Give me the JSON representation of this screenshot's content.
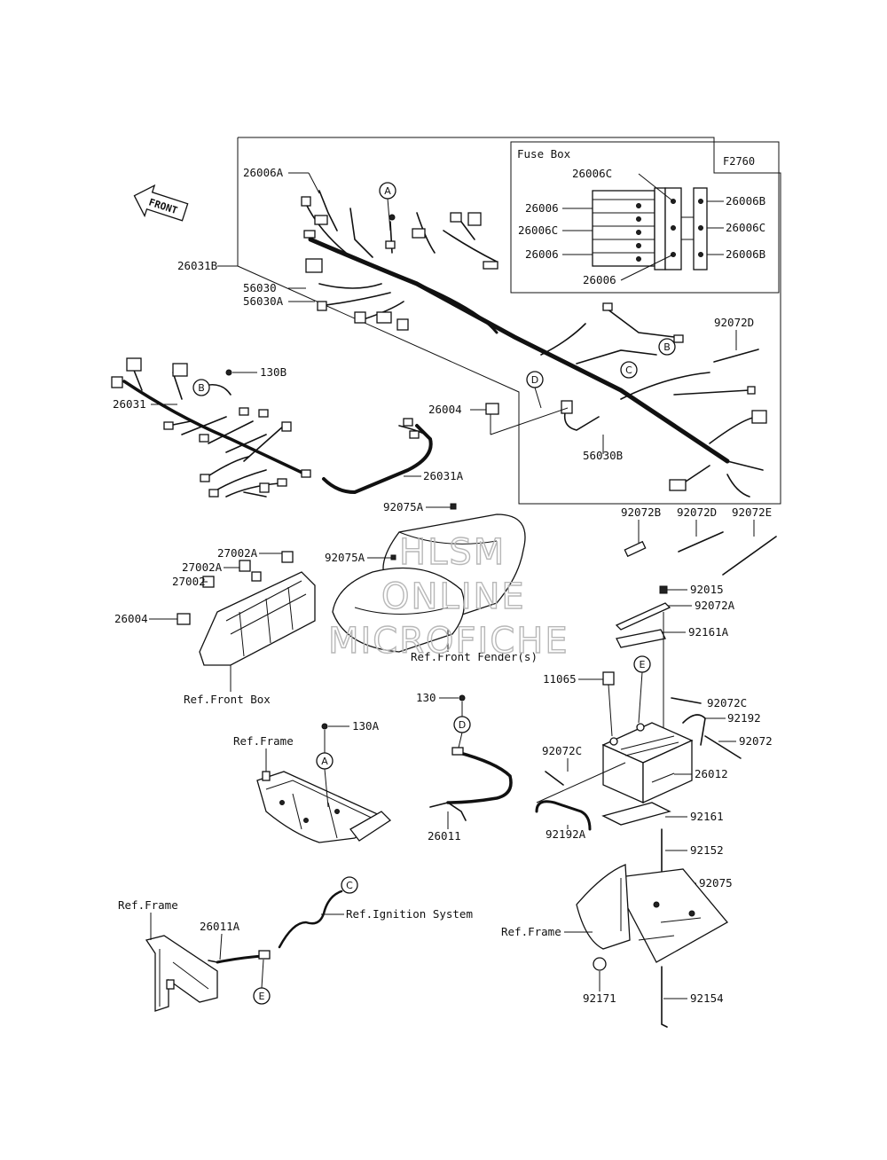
{
  "diagram": {
    "figure_code": "F2760",
    "front_arrow_label": "FRONT",
    "fuse_box_title": "Fuse Box",
    "watermark": [
      "HLSM",
      "ONLINE",
      "MICROFICHE"
    ],
    "fuse_box_labels": {
      "p26006C_top": "26006C",
      "p26006_a": "26006",
      "p26006C_mid": "26006C",
      "p26006_b": "26006",
      "p26006_bottom": "26006",
      "p26006B_r1": "26006B",
      "p26006C_r2": "26006C",
      "p26006B_r3": "26006B"
    },
    "part_labels": {
      "p26006A": "26006A",
      "p26031B": "26031B",
      "p56030": "56030",
      "p56030A": "56030A",
      "p130B": "130B",
      "p26031": "26031",
      "p26004_top": "26004",
      "p56030B": "56030B",
      "p26031A": "26031A",
      "p92072D_top": "92072D",
      "p92075A_top": "92075A",
      "p92075A_mid": "92075A",
      "p27002A_top": "27002A",
      "p27002A_mid": "27002A",
      "p27002": "27002",
      "p26004_left": "26004",
      "ref_front_box": "Ref.Front Box",
      "ref_front_fender": "Ref.Front Fender(s)",
      "p92072B": "92072B",
      "p92072D_mid": "92072D",
      "p92072E": "92072E",
      "p92015": "92015",
      "p92072A": "92072A",
      "p92161A": "92161A",
      "p11065": "11065",
      "p130": "130",
      "p130A": "130A",
      "ref_frame_1": "Ref.Frame",
      "p92072C_right": "92072C",
      "p92192": "92192",
      "p92072": "92072",
      "p92072C_left": "92072C",
      "p26012": "26012",
      "p26011": "26011",
      "p92161": "92161",
      "p92192A": "92192A",
      "p92152": "92152",
      "p92075": "92075",
      "ref_frame_2": "Ref.Frame",
      "p26011A": "26011A",
      "ref_ignition": "Ref.Ignition System",
      "ref_frame_3": "Ref.Frame",
      "p92171": "92171",
      "p92154": "92154"
    },
    "callouts": {
      "A1": "A",
      "A2": "A",
      "B1": "B",
      "B2": "B",
      "C1": "C",
      "C2": "C",
      "D1": "D",
      "D2": "D",
      "E1": "E",
      "E2": "E"
    }
  }
}
